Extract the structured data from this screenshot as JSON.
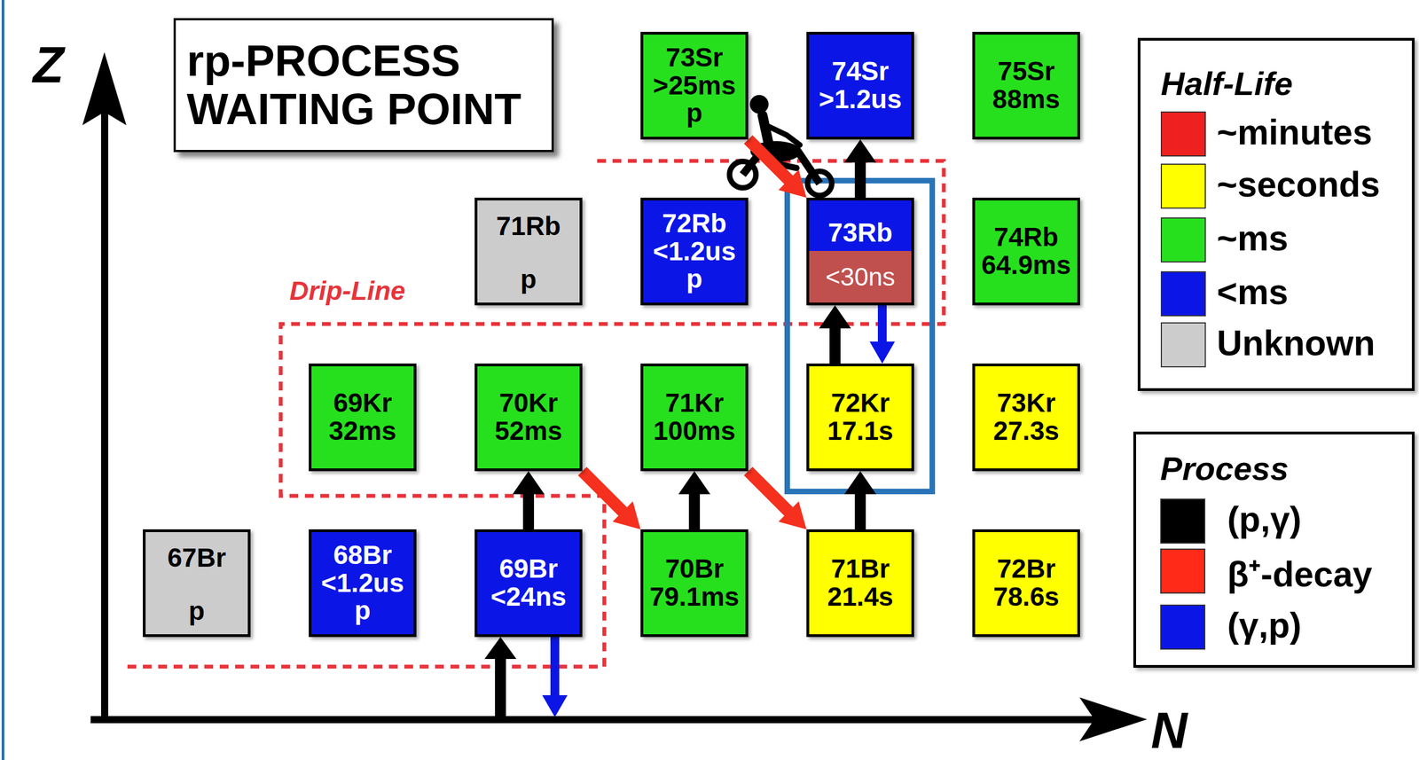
{
  "diagram": {
    "title": "rp-PROCESS WAITING POINT",
    "nodes": [
      {
        "text": [
          "73Sr",
          ">25ms",
          "p"
        ]
      },
      {
        "text": [
          "74Sr",
          ">1.2us"
        ]
      },
      {
        "text": [
          "75Sr",
          "88ms"
        ]
      },
      {
        "text": [
          "71Rb",
          "p"
        ]
      },
      {
        "text": [
          "72Rb",
          "<1.2us",
          "p"
        ]
      },
      {
        "text": [
          "73Rb"
        ]
      },
      {
        "text": [
          "<30ns"
        ],
        "in": 5
      },
      {
        "text": [
          "74Rb",
          "64.9ms"
        ]
      },
      {
        "text": [
          "69Kr",
          "32ms"
        ]
      },
      {
        "text": [
          "70Kr",
          "52ms"
        ]
      },
      {
        "text": [
          "71Kr",
          "100ms"
        ]
      },
      {
        "text": [
          "72Kr",
          "17.1s"
        ]
      },
      {
        "text": [
          "73Kr",
          "27.3s"
        ]
      },
      {
        "text": [
          "67Br",
          "p"
        ]
      },
      {
        "text": [
          "68Br",
          "<1.2us",
          "p"
        ]
      },
      {
        "text": [
          "69Br",
          "<24ns"
        ]
      },
      {
        "text": [
          "70Br",
          "79.1ms"
        ]
      },
      {
        "text": [
          "71Br",
          "21.4s"
        ]
      },
      {
        "text": [
          "72Br",
          "78.6s"
        ]
      }
    ],
    "edges": [
      {
        "from": 15,
        "to": 9,
        "arrow": "to"
      },
      {
        "from": 9,
        "to": 16,
        "arrow": "to"
      },
      {
        "from": 16,
        "to": 10,
        "arrow": "to"
      },
      {
        "from": 10,
        "to": 17,
        "arrow": "to"
      },
      {
        "from": 17,
        "to": 11,
        "arrow": "to"
      },
      {
        "from": 11,
        "to": 5,
        "arrow": "to"
      },
      {
        "from": 5,
        "to": 11,
        "arrow": "to"
      },
      {
        "from": 5,
        "to": 1,
        "arrow": "to"
      },
      {
        "from": 0,
        "to": 5,
        "arrow": "to"
      }
    ],
    "labels": [
      "Z",
      "N",
      "Drip-Line",
      "Half-Life",
      "Process"
    ],
    "legend": [
      {
        "text": "~minutes",
        "color": "#ee2020"
      },
      {
        "text": "~seconds",
        "color": "#ffff00"
      },
      {
        "text": "~ms",
        "color": "#26e01e"
      },
      {
        "text": "<ms",
        "color": "#0b16e6"
      },
      {
        "text": "Unknown",
        "color": "#cccccc"
      },
      {
        "text": "(p,γ)",
        "color": "#000000"
      },
      {
        "text": "β⁺-decay",
        "color": "#ff2a17"
      },
      {
        "text": "(γ,p)",
        "color": "#0b16e6"
      }
    ]
  }
}
